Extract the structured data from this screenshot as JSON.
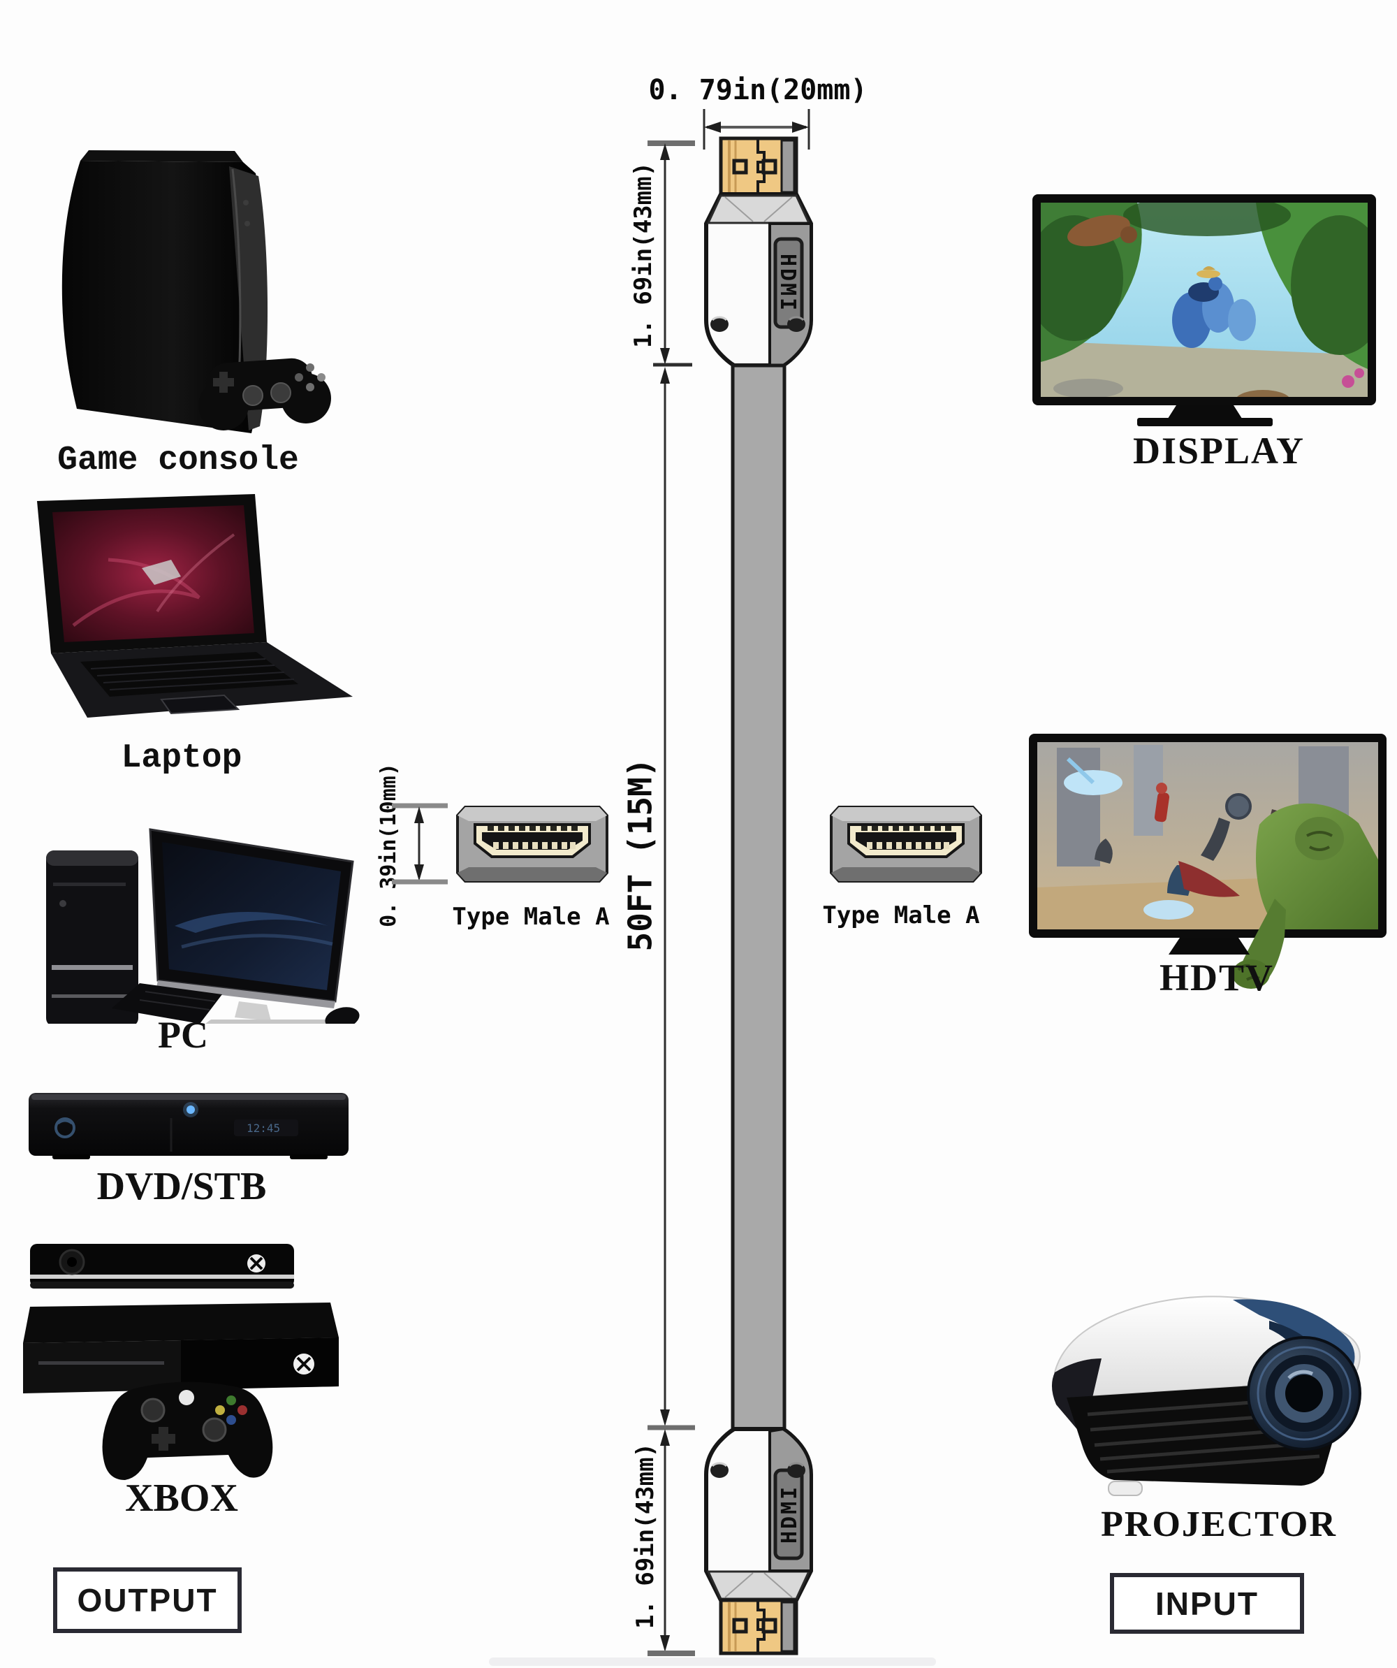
{
  "cable_diagram": {
    "plug_width_dimension": "0. 79in(20mm)",
    "top_connector_height": "1. 69in(43mm)",
    "cable_length": "50FT (15M)",
    "plug_face_height": "0. 39in(10mm)",
    "bottom_connector_height": "1. 69in(43mm)",
    "left_plug_type": "Type Male A",
    "right_plug_type": "Type Male A",
    "connector_brand": "HDMI"
  },
  "left_column": {
    "title": "OUTPUT",
    "devices": [
      {
        "label": "Game console"
      },
      {
        "label": "Laptop"
      },
      {
        "label": "PC"
      },
      {
        "label": "DVD/STB"
      },
      {
        "label": "XBOX"
      }
    ]
  },
  "right_column": {
    "title": "INPUT",
    "devices": [
      {
        "label": "DISPLAY"
      },
      {
        "label": "HDTV"
      },
      {
        "label": "PROJECTOR"
      }
    ]
  },
  "colors": {
    "gold": "#EFC883",
    "cable_gray": "#A9A9A9",
    "connector_panel": "#9B9B9B",
    "outline": "#1A1A1A",
    "tick_gray": "#6E6E6E"
  }
}
